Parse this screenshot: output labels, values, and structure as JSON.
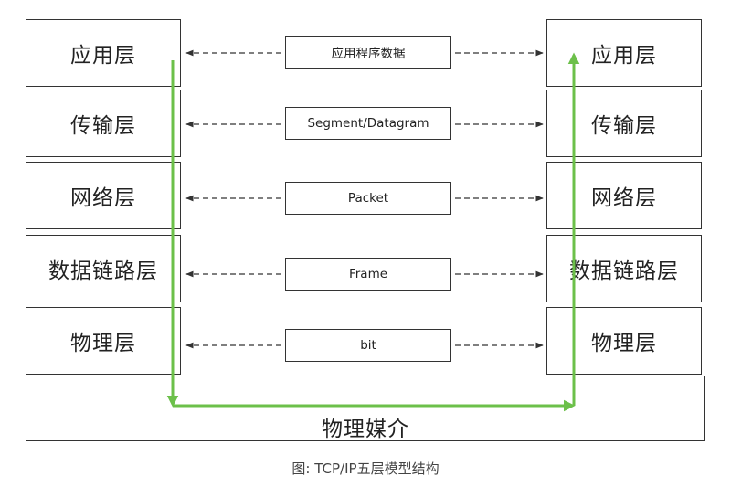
{
  "diagram": {
    "layers": [
      {
        "left": "应用层",
        "right": "应用层",
        "pdu": "应用程序数据"
      },
      {
        "left": "传输层",
        "right": "传输层",
        "pdu": "Segment/Datagram"
      },
      {
        "left": "网络层",
        "right": "网络层",
        "pdu": "Packet"
      },
      {
        "left": "数据链路层",
        "right": "数据链路层",
        "pdu": "Frame"
      },
      {
        "left": "物理层",
        "right": "物理层",
        "pdu": "bit"
      }
    ],
    "medium": "物理媒介",
    "caption": "图: TCP/IP五层模型结构"
  },
  "colors": {
    "flow_arrow": "#6cc04a",
    "border": "#333333",
    "dashed_arrow": "#333333"
  }
}
